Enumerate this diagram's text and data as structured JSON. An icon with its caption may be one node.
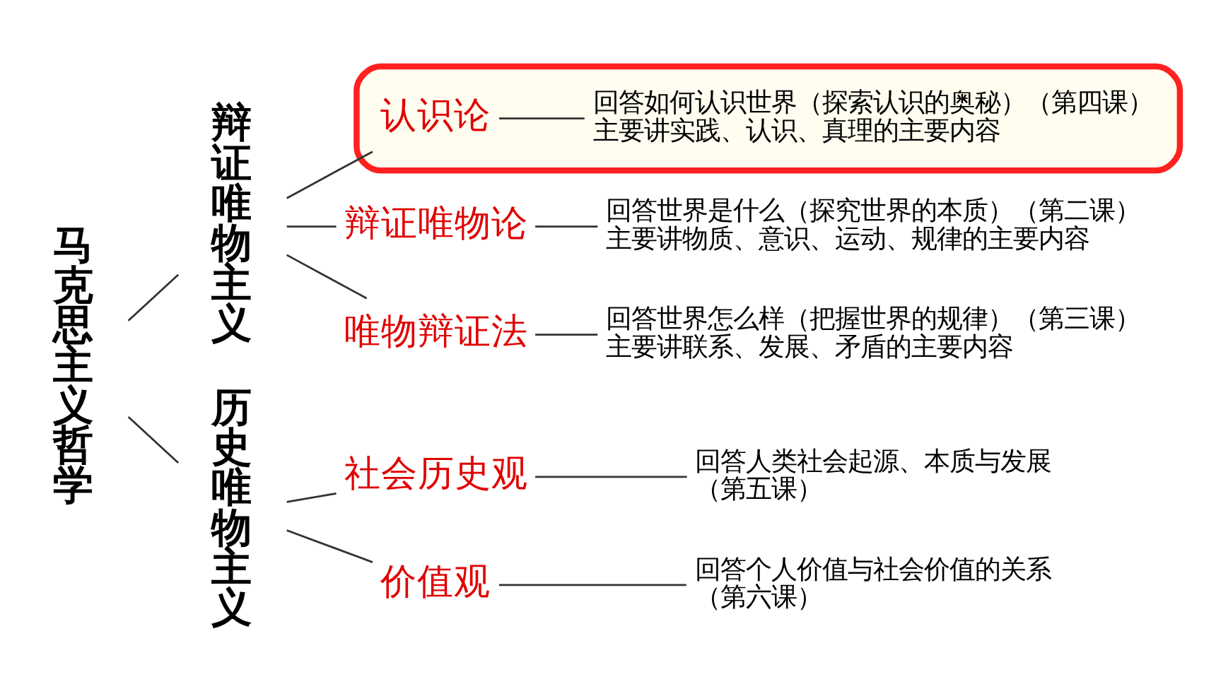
{
  "diagram": {
    "nodes": [
      {
        "text": [
          "马克思主义哲学"
        ]
      },
      {
        "text": [
          "辩证唯物主义"
        ]
      },
      {
        "text": [
          "历史唯物主义"
        ]
      },
      {
        "text": [
          "辩证唯物论"
        ]
      },
      {
        "text": [
          "回答世界是什么（探究世界的本质）（第二课）",
          "主要讲物质、意识、运动、规律的主要内容"
        ]
      },
      {
        "text": [
          "唯物辩证法"
        ]
      },
      {
        "text": [
          "回答世界怎么样（把握世界的规律）（第三课）",
          "主要讲联系、发展、矛盾的主要内容"
        ]
      },
      {
        "text": [],
        "shape": "box"
      },
      {
        "text": [
          "认识论"
        ],
        "in": 7
      },
      {
        "text": [
          "回答如何认识世界（探索认识的奥秘）（第四课）",
          "主要讲实践、认识、真理的主要内容"
        ],
        "in": 7
      },
      {
        "text": [
          "社会历史观"
        ]
      },
      {
        "text": [
          "回答人类社会起源、本质与发展",
          "（第五课）"
        ]
      },
      {
        "text": [
          "价值观"
        ]
      },
      {
        "text": [
          "回答个人价值与社会价值的关系",
          "（第六课）"
        ]
      }
    ],
    "edges": [
      {
        "from": 0,
        "to": 1,
        "arrow": "none"
      },
      {
        "from": 0,
        "to": 2,
        "arrow": "none"
      },
      {
        "from": 1,
        "to": 3,
        "arrow": "none"
      },
      {
        "from": 1,
        "to": 5,
        "arrow": "none"
      },
      {
        "from": 1,
        "to": 8,
        "arrow": "none"
      },
      {
        "from": 2,
        "to": 10,
        "arrow": "none"
      },
      {
        "from": 2,
        "to": 12,
        "arrow": "none"
      },
      {
        "from": 3,
        "to": 4,
        "arrow": "none"
      },
      {
        "from": 5,
        "to": 6,
        "arrow": "none"
      },
      {
        "from": 8,
        "to": 9,
        "arrow": "none"
      },
      {
        "from": 10,
        "to": 11,
        "arrow": "none"
      },
      {
        "from": 12,
        "to": 13,
        "arrow": "none"
      }
    ]
  }
}
